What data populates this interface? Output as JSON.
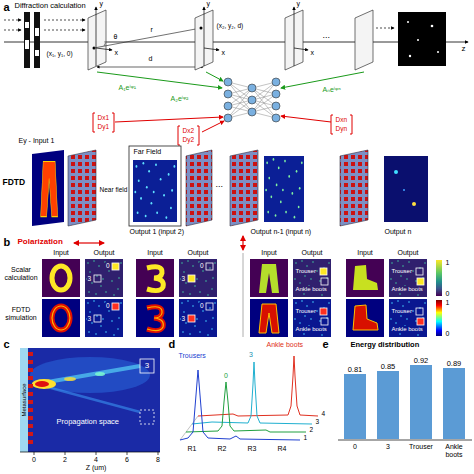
{
  "diagram": {
    "nodes": [
      {
        "text": [
          "0.81"
        ]
      },
      {
        "text": [
          "0.85"
        ]
      },
      {
        "text": [
          "0.92"
        ]
      },
      {
        "text": [
          "0.89"
        ]
      }
    ],
    "labels": [
      "a",
      "Diffraction calculation",
      "y",
      "x",
      "(x₁, y₁, 0)",
      "θ",
      "r",
      "d",
      "y",
      "x",
      "(x₂, y₂, d)",
      "y",
      "x",
      "...",
      "z",
      "A₁eⁱᵠ¹",
      "A₂eⁱᵠ²",
      "Aₙeⁱᵠⁿ",
      "Dx1",
      "Dy1",
      "Dx2",
      "Dy2",
      "Dxn",
      "Dyn",
      "Ey - Input 1",
      "FDTD",
      "Near field",
      "Far Field",
      "Output 1 (input 2)",
      "...",
      "Output n-1 (input n)",
      "Output n",
      "b",
      "Polarization",
      "Input",
      "Output",
      "Input",
      "Output",
      "Input",
      "Output",
      "Input",
      "Output",
      "Scalar calculation",
      "FDTD simulation",
      "0",
      "3",
      "0",
      "3",
      "0",
      "3",
      "0",
      "3",
      "Trouser",
      "Ankle boots",
      "Trouser",
      "Ankle boots",
      "Trouser",
      "Ankle boots",
      "Trouser",
      "Ankle boots",
      "1",
      "0",
      "1",
      "0",
      "c",
      "Metasurface",
      "Propagation space",
      "3",
      "0",
      "2",
      "4",
      "6",
      "8",
      "Z (um)",
      "d",
      "Trousers",
      "Ankle boots",
      "3",
      "0",
      "R1",
      "R2",
      "R3",
      "R4",
      "1",
      "2",
      "3",
      "4",
      "e",
      "Energy distribution",
      "0",
      "3",
      "Trouser",
      "Ankle boots"
    ]
  }
}
